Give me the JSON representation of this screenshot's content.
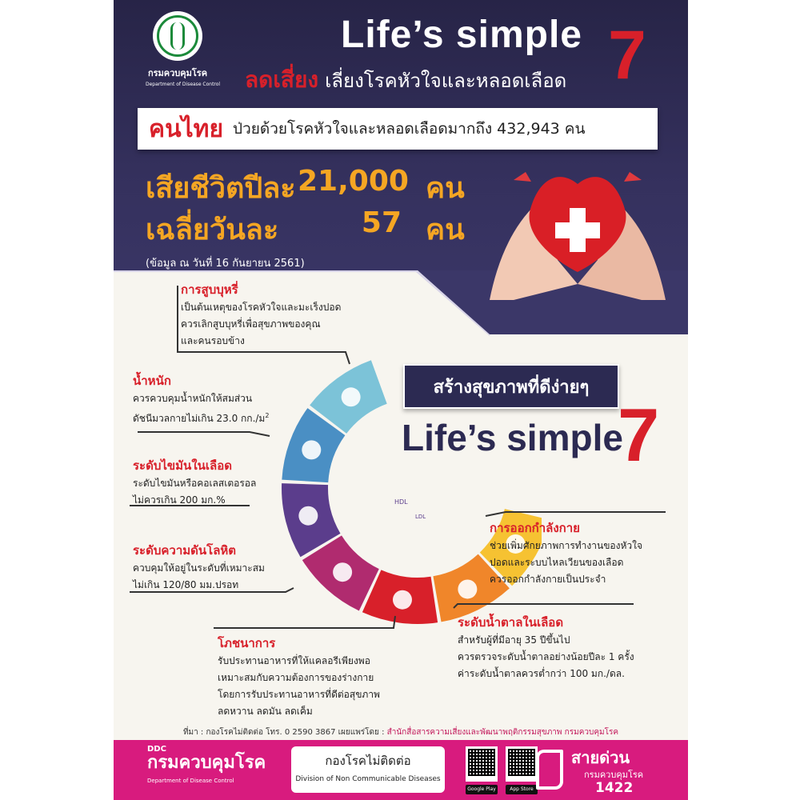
{
  "header": {
    "logo_th": "กรมควบคุมโรค",
    "logo_en": "Department of Disease Control",
    "title_en": "Life’s simple",
    "title_seven": "7",
    "subtitle_red": "ลดเสี่ยง",
    "subtitle_white": "เลี่ยงโรคหัวใจและหลอดเลือด"
  },
  "stat": {
    "red": "คนไทย",
    "text": "ป่วยด้วยโรคหัวใจและหลอดเลือดมากถึง 432,943 คน"
  },
  "deaths": [
    {
      "label": "เสียชีวิตปีละ",
      "value": "21,000",
      "unit": "คน"
    },
    {
      "label": "เฉลี่ยวันละ",
      "value": "57",
      "unit": "คน"
    }
  ],
  "death_note": "(ข้อมูล ณ วันที่ 16 กันยายน 2561)",
  "badge": "สร้างสุขภาพที่ดีง่ายๆ",
  "life_simple": "Life’s simple",
  "life_simple_seven": "7",
  "items": [
    {
      "title": "การสูบบุหรี่",
      "lines": [
        "เป็นต้นเหตุของโรคหัวใจและมะเร็งปอด",
        "ควรเลิกสูบบุหรี่เพื่อสุขภาพของคุณ",
        "และคนรอบข้าง"
      ]
    },
    {
      "title": "น้ำหนัก",
      "lines": [
        "ควรควบคุมน้ำหนักให้สมส่วน",
        "ดัชนีมวลกายไม่เกิน 23.0 กก./ม",
        "2"
      ]
    },
    {
      "title": "ระดับไขมันในเลือด",
      "lines": [
        "ระดับไขมันหรือคอเลสเตอรอล",
        "ไม่ควรเกิน 200 มก.%"
      ]
    },
    {
      "title": "ระดับความดันโลหิต",
      "lines": [
        "ควบคุมให้อยู่ในระดับที่เหมาะสม",
        "ไม่เกิน 120/80 มม.ปรอท"
      ]
    },
    {
      "title": "โภชนาการ",
      "lines": [
        "รับประทานอาหารที่ให้แคลอรีเพียงพอ",
        "เหมาะสมกับความต้องการของร่างกาย",
        "โดยการรับประทานอาหารที่ดีต่อสุขภาพ",
        "ลดหวาน ลดมัน ลดเค็ม"
      ]
    },
    {
      "title": "ระดับน้ำตาลในเลือด",
      "lines": [
        "สำหรับผู้ที่มีอายุ 35 ปีขึ้นไป",
        "ควรตรวจระดับน้ำตาลอย่างน้อยปีละ 1 ครั้ง",
        "ค่าระดับน้ำตาลควรต่ำกว่า 100 มก./ดล."
      ]
    },
    {
      "title": "การออกกำลังกาย",
      "lines": [
        "ช่วยเพิ่มศักยภาพการทำงานของหัวใจ",
        "ปอดและระบบไหลเวียนของเลือด",
        "ควรออกกำลังกายเป็นประจำ"
      ]
    }
  ],
  "ring_labels": {
    "hdl": "HDL",
    "ldl": "LDL"
  },
  "source": {
    "prefix": "ที่มา : กองโรคไม่ติดต่อ โทร. 0 2590 3867 เผยแพร่โดย : ",
    "highlight": "สำนักสื่อสารความเสี่ยงและพัฒนาพฤติกรรมสุขภาพ กรมควบคุมโรค"
  },
  "footer": {
    "ddc": "DDC",
    "ddc_th": "กรมควบคุมโรค",
    "ddc_en": "Department of Disease Control",
    "ncd_th": "กองโรคไม่ติดต่อ",
    "ncd_en": "Division of Non Communicable Diseases",
    "store1": "Google Play",
    "store2": "App Store",
    "hotline": "สายด่วน",
    "hotline_sub": "กรมควบคุมโรค",
    "hotline_num": "1422"
  },
  "colors": {
    "navy": "#2c2a52",
    "red": "#d8202a",
    "orange_text": "#f5a623",
    "magenta": "#d81b7e",
    "segments": [
      "#7cc3d8",
      "#4a8fc4",
      "#5b3d8c",
      "#b02b6f",
      "#d8202a",
      "#f0862a",
      "#f6c232"
    ]
  }
}
